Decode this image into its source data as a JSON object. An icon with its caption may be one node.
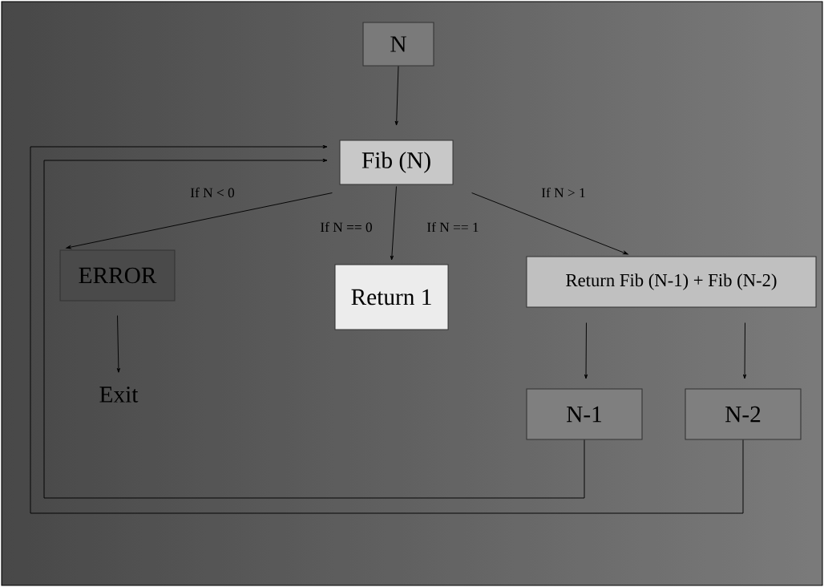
{
  "diagram": {
    "nodes": [
      {
        "text": [
          "N"
        ]
      },
      {
        "text": [
          "Fib (N)"
        ]
      },
      {
        "text": [
          "ERROR"
        ]
      },
      {
        "text": [
          "Return 1"
        ]
      },
      {
        "text": [
          "Return Fib (N-1) + Fib (N-2)"
        ]
      },
      {
        "text": [
          "Exit"
        ]
      },
      {
        "text": [
          "N-1"
        ]
      },
      {
        "text": [
          "N-2"
        ]
      }
    ],
    "edges": [
      {
        "from": 0,
        "to": 1,
        "arrow": "to"
      },
      {
        "from": 1,
        "to": 2,
        "arrow": "to",
        "label": "If N < 0"
      },
      {
        "from": 1,
        "to": 3,
        "arrow": "to",
        "label": "If N == 0"
      },
      {
        "from": 1,
        "to": 4,
        "arrow": "to",
        "label": "If N > 1"
      },
      {
        "from": 2,
        "to": 5,
        "arrow": "to"
      },
      {
        "from": 4,
        "to": 6,
        "arrow": "to"
      },
      {
        "from": 4,
        "to": 7,
        "arrow": "to"
      },
      {
        "from": 6,
        "to": 1,
        "arrow": "to"
      },
      {
        "from": 7,
        "to": 1,
        "arrow": "to"
      }
    ],
    "labels": [
      "If N == 1"
    ]
  }
}
